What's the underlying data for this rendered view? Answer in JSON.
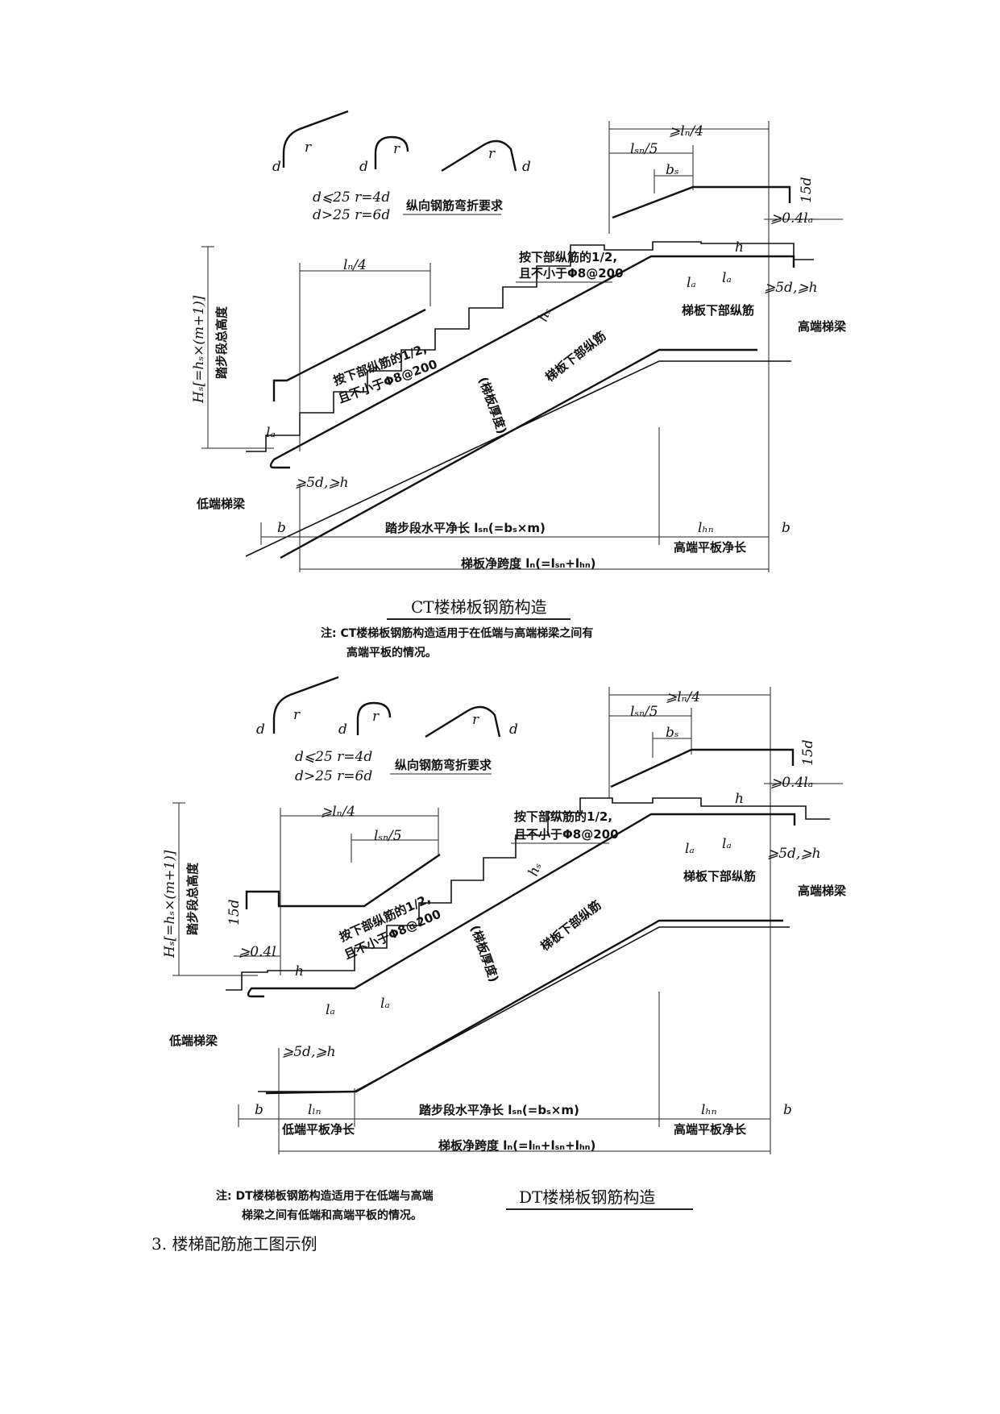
{
  "bend": {
    "d": "d",
    "r": "r",
    "rule1": "d⩽25  r=4d",
    "rule2": "d>25  r=6d",
    "label": "纵向钢筋弯折要求"
  },
  "ct": {
    "top_len": "⩾lₙ/4",
    "lsn5": "lₛₙ/5",
    "bs": "bₛ",
    "d15": "15d",
    "a04": "⩾0.4lₐ",
    "ln4": "lₙ/4",
    "upper_note1": "按下部纵筋的1/2,",
    "upper_note2": "且不小于Φ8@200",
    "lower_note1": "按下部纵筋的1/2,",
    "lower_note2": "且不小于Φ8@200",
    "hs": "hₛ",
    "h": "h",
    "la": "lₐ",
    "d5h": "⩾5d,⩾h",
    "bottom_rebar": "梯板下部纵筋",
    "thickness": "(梯板厚度)",
    "high_beam": "高端梯梁",
    "low_beam": "低端梯梁",
    "Hs": "Hₛ[=hₛ×(m+1)]",
    "Hs_desc": "踏步段总高度",
    "b": "b",
    "lsn_dim": "踏步段水平净长 lₛₙ(=bₛ×m)",
    "lhn": "lₕₙ",
    "lhn_desc": "高端平板净长",
    "ln_dim": "梯板净跨度 lₙ(=lₛₙ+lₕₙ)",
    "title": "CT楼梯板钢筋构造",
    "note1": "注: CT楼梯板钢筋构造适用于在低端与高端梯梁之间有",
    "note2": "高端平板的情况。"
  },
  "dt": {
    "top_len": "⩾lₙ/4",
    "lsn5": "lₛₙ/5",
    "bs": "bₛ",
    "d15": "15d",
    "a04": "⩾0.4lₐ",
    "left_len": "⩾lₙ/4",
    "left_lsn5": "lₛₙ/5",
    "left_d15": "15d",
    "left_a04": "⩾0.4l",
    "upper_note1": "按下部纵筋的1/2,",
    "upper_note2": "且不小于Φ8@200",
    "lower_note1": "按下部纵筋的1/2,",
    "lower_note2": "且不小于Φ8@200",
    "hs": "hₛ",
    "h": "h",
    "la": "lₐ",
    "d5h": "⩾5d,⩾h",
    "bottom_rebar": "梯板下部纵筋",
    "thickness": "(梯板厚度)",
    "high_beam": "高端梯梁",
    "low_beam": "低端梯梁",
    "Hs": "Hₛ[=hₛ×(m+1)]",
    "Hs_desc": "踏步段总高度",
    "b": "b",
    "lln": "lₗₙ",
    "lln_desc": "低端平板净长",
    "lsn_dim": "踏步段水平净长 lₛₙ(=bₛ×m)",
    "lhn": "lₕₙ",
    "lhn_desc": "高端平板净长",
    "ln_dim": "梯板净跨度 lₙ(=lₗₙ+lₛₙ+lₕₙ)",
    "title": "DT楼梯板钢筋构造",
    "note1": "注: DT楼梯板钢筋构造适用于在低端与高端",
    "note2": "梯梁之间有低端和高端平板的情况。"
  },
  "caption": "3.  楼梯配筋施工图示例"
}
